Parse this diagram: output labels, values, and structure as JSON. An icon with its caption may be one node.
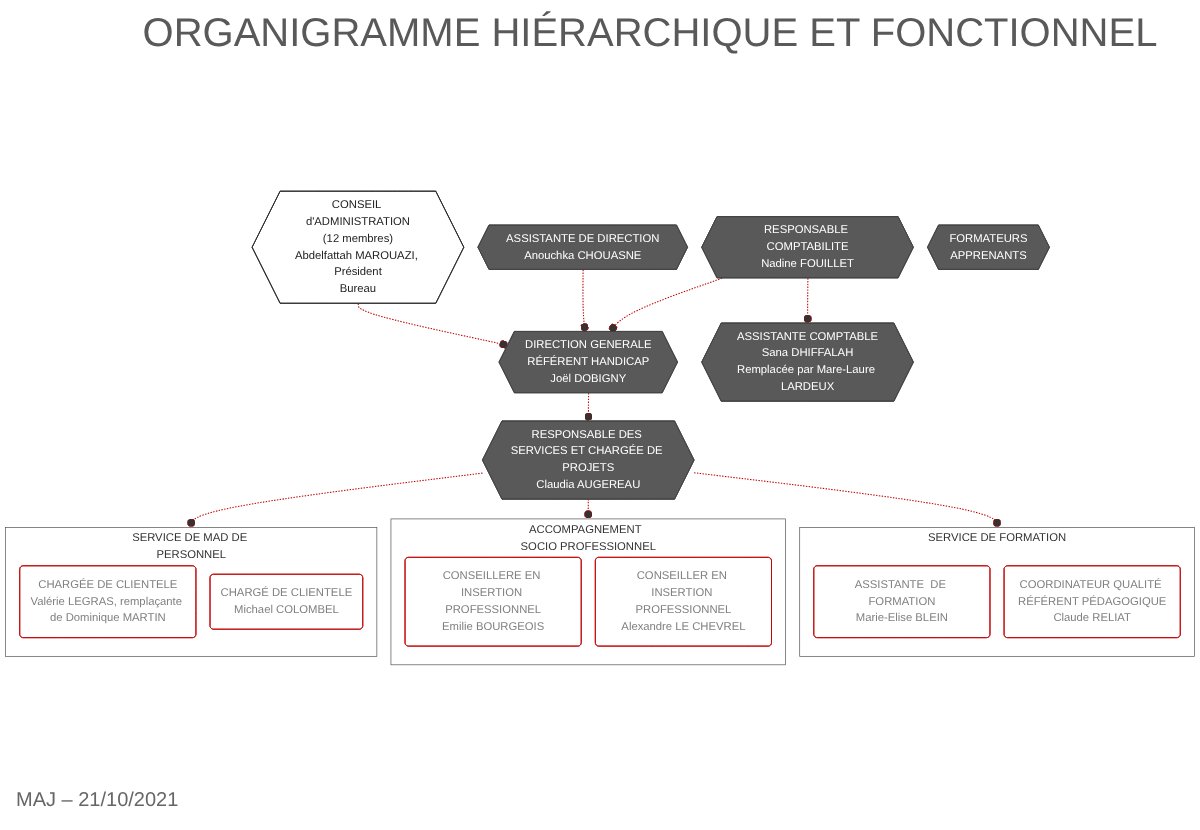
{
  "diagram": {
    "title": "ORGANIGRAMME HIÉRARCHIQUE ET FONCTIONNEL",
    "nodes": [
      {
        "text": [
          "CONSEIL d'ADMINISTRATION",
          "(12 membres)",
          "Abdelfattah MAROUAZI, Président",
          "Bureau"
        ]
      },
      {
        "text": [
          "ASSISTANTE DE DIRECTION",
          "Anouchka  CHOUASNE"
        ]
      },
      {
        "text": [
          "DIRECTION GENERALE",
          "RÉFÉRENT HANDICAP",
          "Joël DOBIGNY"
        ]
      },
      {
        "text": [
          "RESPONSABLE COMPTABILITE",
          "Nadine FOUILLET"
        ]
      },
      {
        "text": [
          "ASSISTANTE COMPTABLE",
          "Sana DHIFFALAH",
          "Remplacée par Mare-Laure LARDEUX"
        ]
      },
      {
        "text": [
          "RESPONSABLE DES SERVICES ET CHARGÉE DE PROJETS",
          "Claudia AUGEREAU"
        ]
      },
      {
        "text": [
          "SERVICE DE MAD DE PERSONNEL"
        ]
      },
      {
        "text": [
          "CHARGÉE DE CLIENTELE",
          "Valérie LEGRAS, remplaçante de Dominique MARTIN"
        ],
        "in": 6
      },
      {
        "text": [
          "CHARGÉ DE CLIENTELE",
          "Michael COLOMBEL"
        ],
        "in": 6
      },
      {
        "text": [
          "ACCOMPAGNEMENT  SOCIO PROFESSIONNEL"
        ]
      },
      {
        "text": [
          "CONSEILLERE EN INSERTION PROFESSIONNEL",
          "Emilie BOURGEOIS"
        ],
        "in": 9
      },
      {
        "text": [
          "CONSEILLER EN INSERTION PROFESSIONNEL",
          "Alexandre LE CHEVREL"
        ],
        "in": 9
      },
      {
        "text": [
          "SERVICE DE FORMATION"
        ]
      },
      {
        "text": [
          "ASSISTANTE  DE FORMATION",
          "Marie-Elise BLEIN"
        ],
        "in": 12
      },
      {
        "text": [
          "COORDINATEUR QUALITÉ RÉFÉRENT PÉDAGOGIQUE",
          "Claude RELIAT"
        ],
        "in": 12
      },
      {
        "text": [
          "FORMATEURS",
          "APPRENANTS"
        ]
      }
    ],
    "edges": [
      {
        "from": 0,
        "to": 2,
        "arrow": "other",
        "style": "dashed"
      },
      {
        "from": 1,
        "to": 2,
        "arrow": "other",
        "style": "dashed"
      },
      {
        "from": 3,
        "to": 2,
        "arrow": "other",
        "style": "dashed"
      },
      {
        "from": 3,
        "to": 4,
        "arrow": "other",
        "style": "dashed"
      },
      {
        "from": 2,
        "to": 5,
        "arrow": "other",
        "style": "dashed"
      },
      {
        "from": 5,
        "to": 6,
        "arrow": "other",
        "style": "dashed"
      },
      {
        "from": 5,
        "to": 9,
        "arrow": "other",
        "style": "dashed"
      },
      {
        "from": 5,
        "to": 12,
        "arrow": "other",
        "style": "dashed"
      }
    ],
    "labels": [
      "MAJ – 21/10/2021"
    ]
  }
}
